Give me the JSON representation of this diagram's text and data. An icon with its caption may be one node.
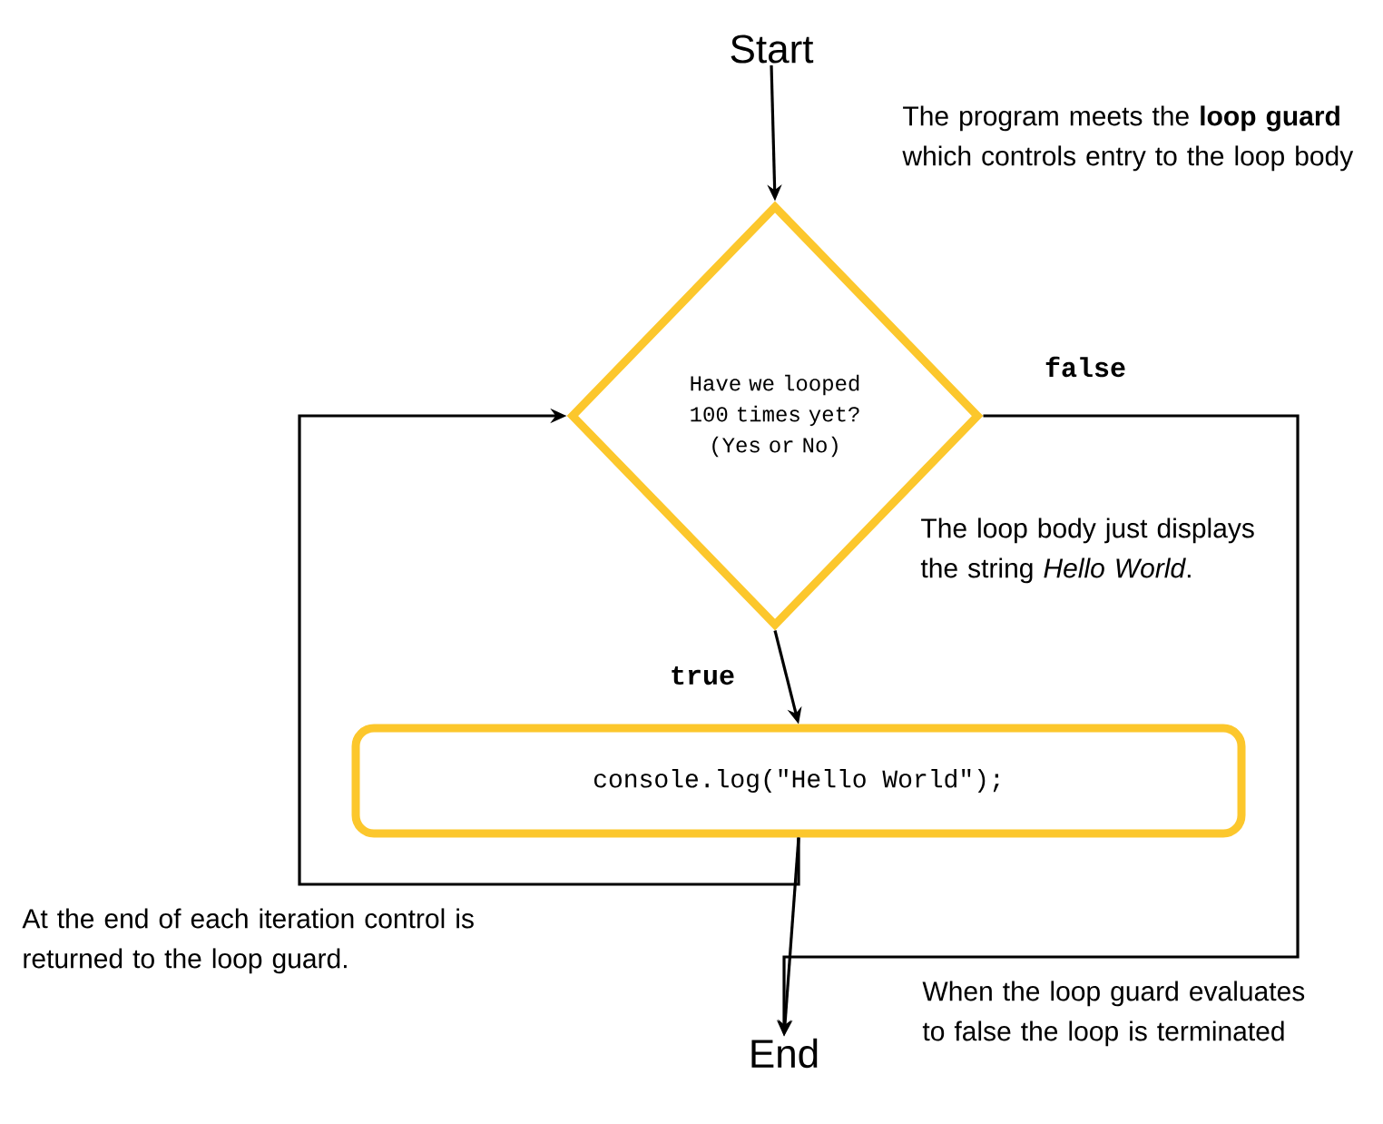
{
  "diagram": {
    "nodes": [
      {
        "text": [
          "Start"
        ]
      },
      {
        "text": [
          "Have we looped 100 times yet? (Yes or No)"
        ]
      },
      {
        "text": [
          "console.log(\"Hello World\");"
        ]
      },
      {
        "text": [
          "End"
        ]
      }
    ],
    "edges": [
      {
        "from": 0,
        "to": 1,
        "arrow": "to"
      },
      {
        "from": 1,
        "to": 2,
        "arrow": "to",
        "label": "true"
      },
      {
        "from": 2,
        "to": 1,
        "arrow": "to"
      },
      {
        "from": 1,
        "to": 3,
        "arrow": "to",
        "label": "false"
      },
      {
        "from": 2,
        "to": 3,
        "arrow": "to"
      }
    ],
    "labels": [
      "The program meets the **loop guard** which controls entry to the loop body",
      "The loop body just displays the string *Hello World*.",
      "At the end of each iteration control is returned to the loop guard.",
      "When the loop guard evaluates to false the loop is terminated"
    ]
  }
}
